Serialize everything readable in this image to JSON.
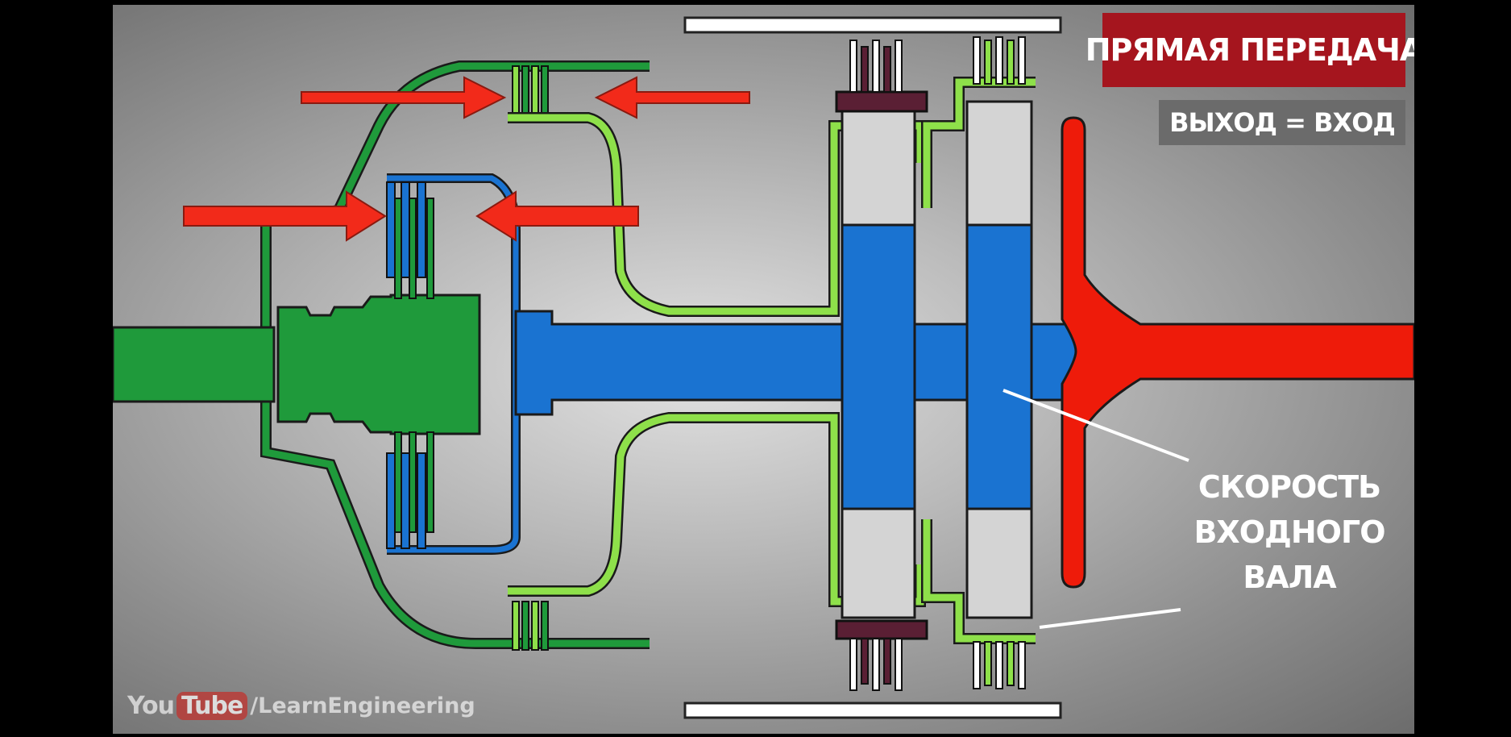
{
  "video": {
    "title": "ПРЯМАЯ ПЕРЕДАЧА",
    "subtitle": "ВЫХОД = ВХОД",
    "callout_lines": [
      "СКОРОСТЬ",
      "ВХОДНОГО",
      "ВАЛА"
    ],
    "watermark": {
      "you": "You",
      "tube": "Tube",
      "path": "/LearnEngineering"
    }
  },
  "colors": {
    "input_shaft": "#1f9a3b",
    "intermediate_shaft": "#1a73d1",
    "output_shaft": "#ee1b0a",
    "ring_parts": "#8ee04a",
    "carrier": "#d4d4d4",
    "holder": "#5a1f34",
    "arrow": "#f22a1a",
    "banner": "#a5151e"
  },
  "icons": [
    "right-arrow-icon",
    "left-arrow-icon"
  ]
}
